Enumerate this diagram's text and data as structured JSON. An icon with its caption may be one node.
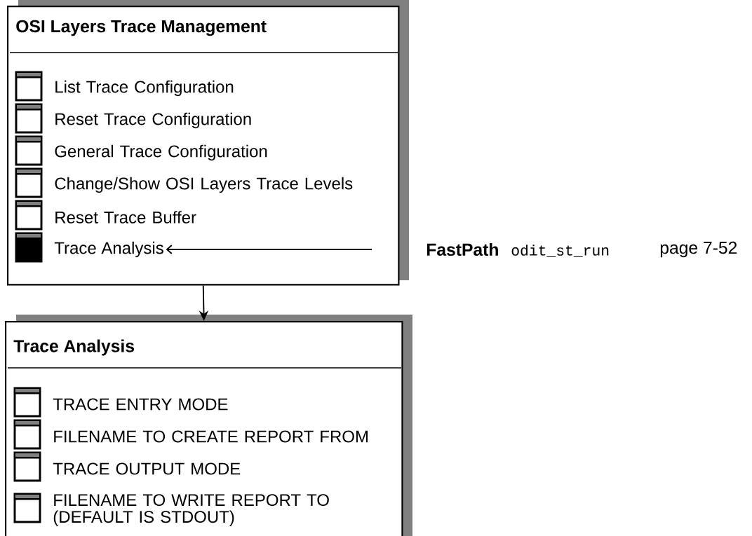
{
  "diagram": {
    "nodes": [
      {
        "text": [
          "OSI Layers Trace Management"
        ]
      },
      {
        "text": [
          "List Trace Configuration"
        ],
        "in": 0
      },
      {
        "text": [
          "Reset Trace Configuration"
        ],
        "in": 0
      },
      {
        "text": [
          "General Trace Configuration"
        ],
        "in": 0
      },
      {
        "text": [
          "Change/Show OSI Layers Trace Levels"
        ],
        "in": 0
      },
      {
        "text": [
          "Reset Trace Buffer"
        ],
        "in": 0
      },
      {
        "text": [
          "Trace Analysis"
        ],
        "in": 0
      },
      {
        "text": [
          "Trace Analysis"
        ]
      },
      {
        "text": [
          "TRACE ENTRY MODE"
        ],
        "in": 7
      },
      {
        "text": [
          "FILENAME TO CREATE REPORT FROM"
        ],
        "in": 7
      },
      {
        "text": [
          "TRACE OUTPUT MODE"
        ],
        "in": 7
      },
      {
        "text": [
          "FILENAME TO WRITE REPORT TO (DEFAULT IS STDOUT)"
        ],
        "in": 7
      }
    ],
    "edges": [
      {
        "from": 0,
        "to": 7,
        "arrow": "to"
      },
      {
        "from": null,
        "to": 6,
        "arrow": "to"
      }
    ],
    "labels": [
      "FastPath",
      "odit_st_run",
      "page 7-52"
    ]
  }
}
